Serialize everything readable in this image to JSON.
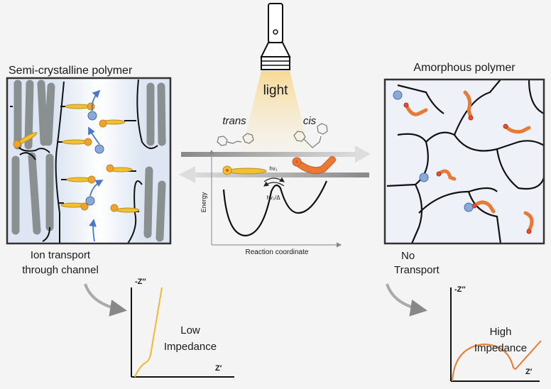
{
  "left_panel": {
    "title": "Semi-crystalline polymer",
    "caption_line1": "Ion transport",
    "caption_line2": "through channel"
  },
  "right_panel": {
    "title": "Amorphous polymer",
    "caption_line1": "No",
    "caption_line2": "Transport"
  },
  "center": {
    "light_label": "light",
    "trans_label": "trans",
    "cis_label": "cis",
    "forward_label": "hv₁",
    "reverse_label": "hv₂/Δ",
    "y_axis_label": "Energy",
    "x_axis_label": "Reaction coordinate"
  },
  "left_plot": {
    "y_label": "-Z″",
    "x_label": "Z′",
    "label_line1": "Low",
    "label_line2": "Impedance"
  },
  "right_plot": {
    "y_label": "-Z″",
    "x_label": "Z′",
    "label_line1": "High",
    "label_line2": "Impedance"
  },
  "colors": {
    "trans": "#f2c030",
    "cis": "#e87a35",
    "anion": "#8aa8d8",
    "arrow_blue": "#4a78c8",
    "crystal": "#8a9090",
    "background_box": "#dde6f2"
  }
}
